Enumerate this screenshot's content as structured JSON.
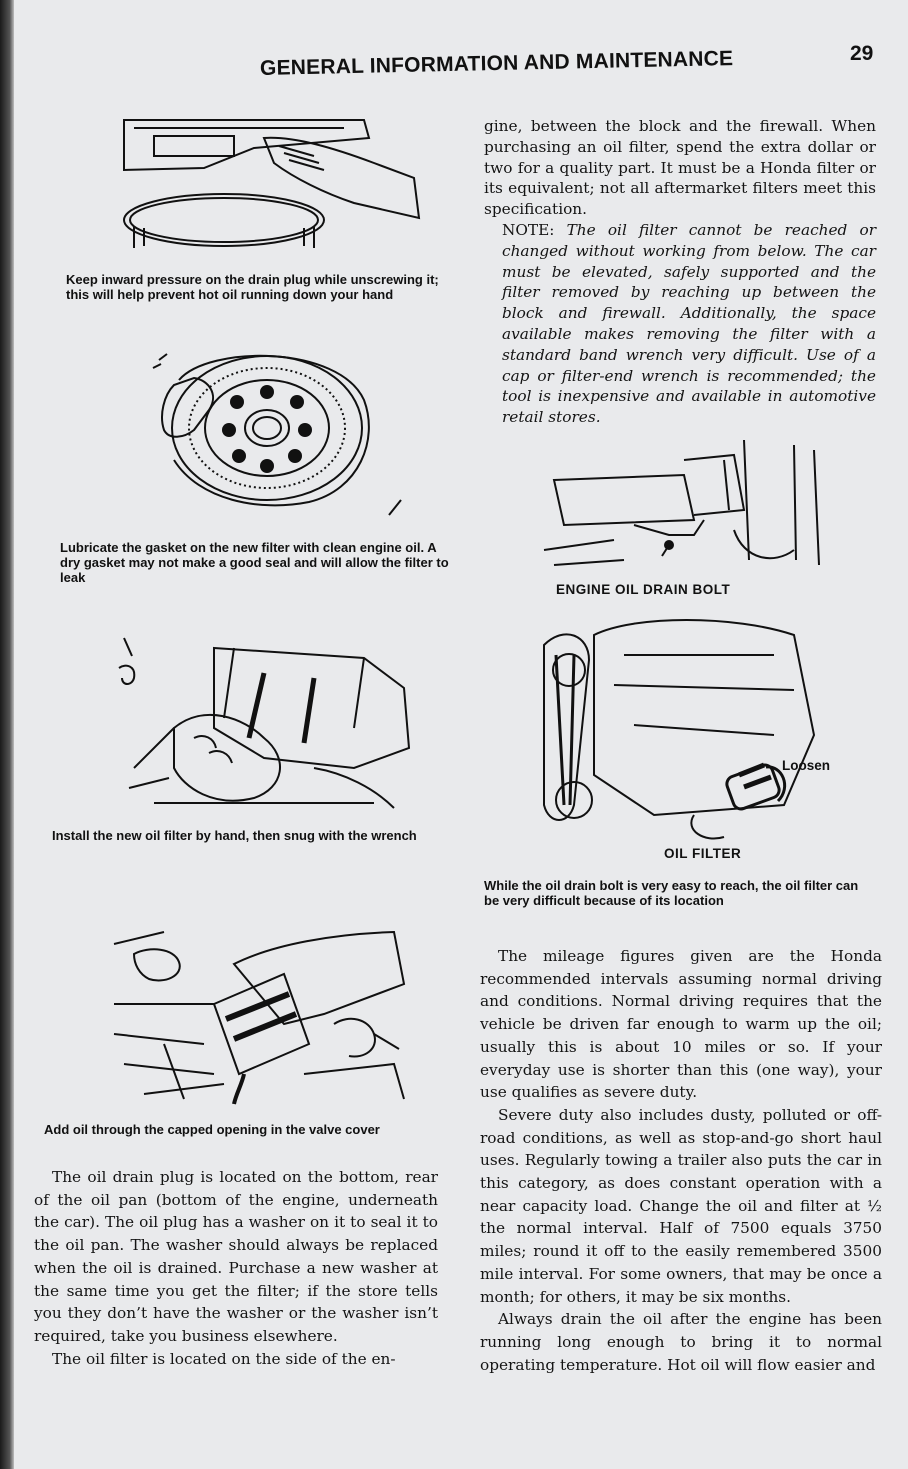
{
  "header": {
    "title": "GENERAL INFORMATION AND MAINTENANCE",
    "page_number": "29"
  },
  "left_column": {
    "figure1_caption": "Keep inward pressure on the drain plug while unscrewing it; this will help prevent hot oil running down your hand",
    "figure2_caption": "Lubricate the gasket on the new filter with clean engine oil. A dry gasket may not make a good seal and will allow the filter to leak",
    "figure3_caption": "Install the new oil filter by hand, then snug with the wrench",
    "figure4_caption": "Add oil through the capped opening in the valve cover",
    "paragraph1": "The oil drain plug is located on the bottom, rear of the oil pan (bottom of the engine, underneath the car). The oil plug has a washer on it to seal it to the oil pan. The washer should always be replaced when the oil is drained. Purchase a new washer at the same time you get the filter; if the store tells you they don’t have the washer or the washer isn’t required, take you business elsewhere.",
    "paragraph2": "The oil filter is located on the side of the en-"
  },
  "right_column": {
    "paragraph_top": "gine, between the block and the firewall. When purchasing an oil filter, spend the extra dollar or two for a quality part. It must be a Honda filter or its equivalent; not all aftermarket filters meet this specification.",
    "note_lead": "NOTE: ",
    "note_text": "The oil filter cannot be reached or changed without working from below. The car must be elevated, safely supported and the filter removed by reaching up between the block and firewall. Additionally, the space available makes removing the filter with a standard band wrench very difficult. Use of a cap or filter-end wrench is recommended; the tool is inexpensive and available in automotive retail stores.",
    "label_drain_bolt": "ENGINE OIL DRAIN BOLT",
    "label_loosen": "Loosen",
    "label_oil_filter": "OIL FILTER",
    "figure_caption": "While the oil drain bolt is very easy to reach, the oil filter can be very difficult because of its location",
    "paragraph1": "The mileage figures given are the Honda recommended intervals assuming normal driving and conditions. Normal driving requires that the vehicle be driven far enough to warm up the oil; usually this is about 10 miles or so. If your everyday use is shorter than this (one way), your use qualifies as severe duty.",
    "paragraph2": "Severe duty also includes dusty, polluted or off-road conditions, as well as stop-and-go short haul uses. Regularly towing a trailer also puts the car in this category, as does constant operation with a near capacity load. Change the oil and filter at ½ the normal interval. Half of 7500 equals 3750 miles; round it off to the easily remembered 3500 mile interval. For some owners, that may be once a month; for others, it may be six months.",
    "paragraph3": "Always drain the oil after the engine has been running long enough to bring it to normal operating temperature. Hot oil will flow easier and"
  },
  "colors": {
    "paper": "#e9eaec",
    "ink": "#141414"
  }
}
